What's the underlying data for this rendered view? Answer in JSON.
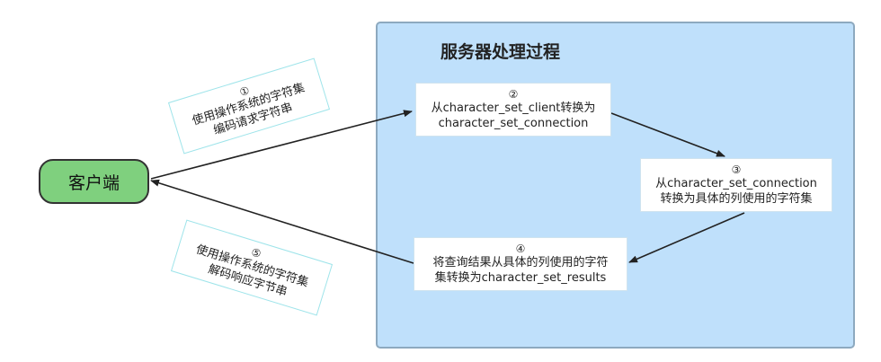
{
  "server": {
    "title": "服务器处理过程"
  },
  "client": {
    "label": "客户端"
  },
  "steps": [
    {
      "num": "②",
      "lines": [
        "从character_set_client转换为",
        "character_set_connection"
      ]
    },
    {
      "num": "③",
      "lines": [
        "从character_set_connection",
        "转换为具体的列使用的字符集"
      ]
    },
    {
      "num": "④",
      "lines": [
        "将查询结果从具体的列使用的字符",
        "集转换为character_set_results"
      ]
    }
  ],
  "notes": [
    {
      "num": "①",
      "lines": [
        "使用操作系统的字符集",
        "编码请求字符串"
      ]
    },
    {
      "num": "⑤",
      "lines": [
        "使用操作系统的字符集",
        "解码响应字节串"
      ]
    }
  ]
}
